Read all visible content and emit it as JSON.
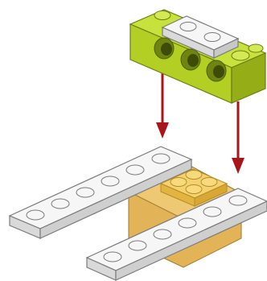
{
  "illustration": {
    "subject": "brick-assembly-step",
    "parts": [
      {
        "name": "lime-technic-brick",
        "color": "#b5d22c"
      },
      {
        "name": "white-plate-1x2",
        "color": "#f2f2f2"
      },
      {
        "name": "white-plate-long-back",
        "color": "#f2f2f2"
      },
      {
        "name": "white-plate-long-front",
        "color": "#f2f2f2"
      },
      {
        "name": "yellow-plate-2x2",
        "color": "#f2c85a"
      },
      {
        "name": "tan-base-plate",
        "color": "#e3b457"
      }
    ],
    "arrow_color": "#a8161b",
    "arrow_count": 2
  }
}
